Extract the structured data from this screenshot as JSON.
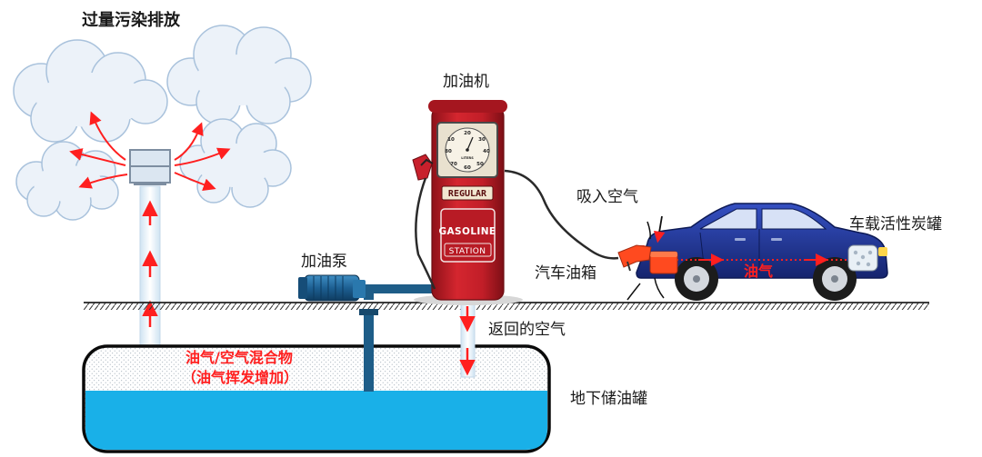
{
  "labels": {
    "emission": "过量污染排放",
    "dispenser": "加油机",
    "pump": "加油泵",
    "air_intake": "吸入空气",
    "fuel_tank": "汽车油箱",
    "canister": "车载活性炭罐",
    "vapor": "油气",
    "returned_air": "返回的空气",
    "mixture_line1": "油气/空气混合物",
    "mixture_line2": "（油气挥发增加）",
    "storage_tank": "地下储油罐"
  },
  "dispenser_display": {
    "gauge_numbers": [
      "10",
      "20",
      "30",
      "40",
      "50",
      "60",
      "70",
      "80"
    ],
    "gauge_unit": "LITERS",
    "badge": "REGULAR",
    "brand_line1": "GASOLINE",
    "brand_line2": "STATION"
  },
  "colors": {
    "arrow_red": "#ff1f1f",
    "pipe_blue": "#1e5d88",
    "tank_blue": "#19b0e8",
    "pump_red": "#c8202c",
    "car_blue": "#1a2f8a",
    "cloud_fill": "#ecf2f9",
    "cloud_stroke": "#a9c2dc"
  }
}
